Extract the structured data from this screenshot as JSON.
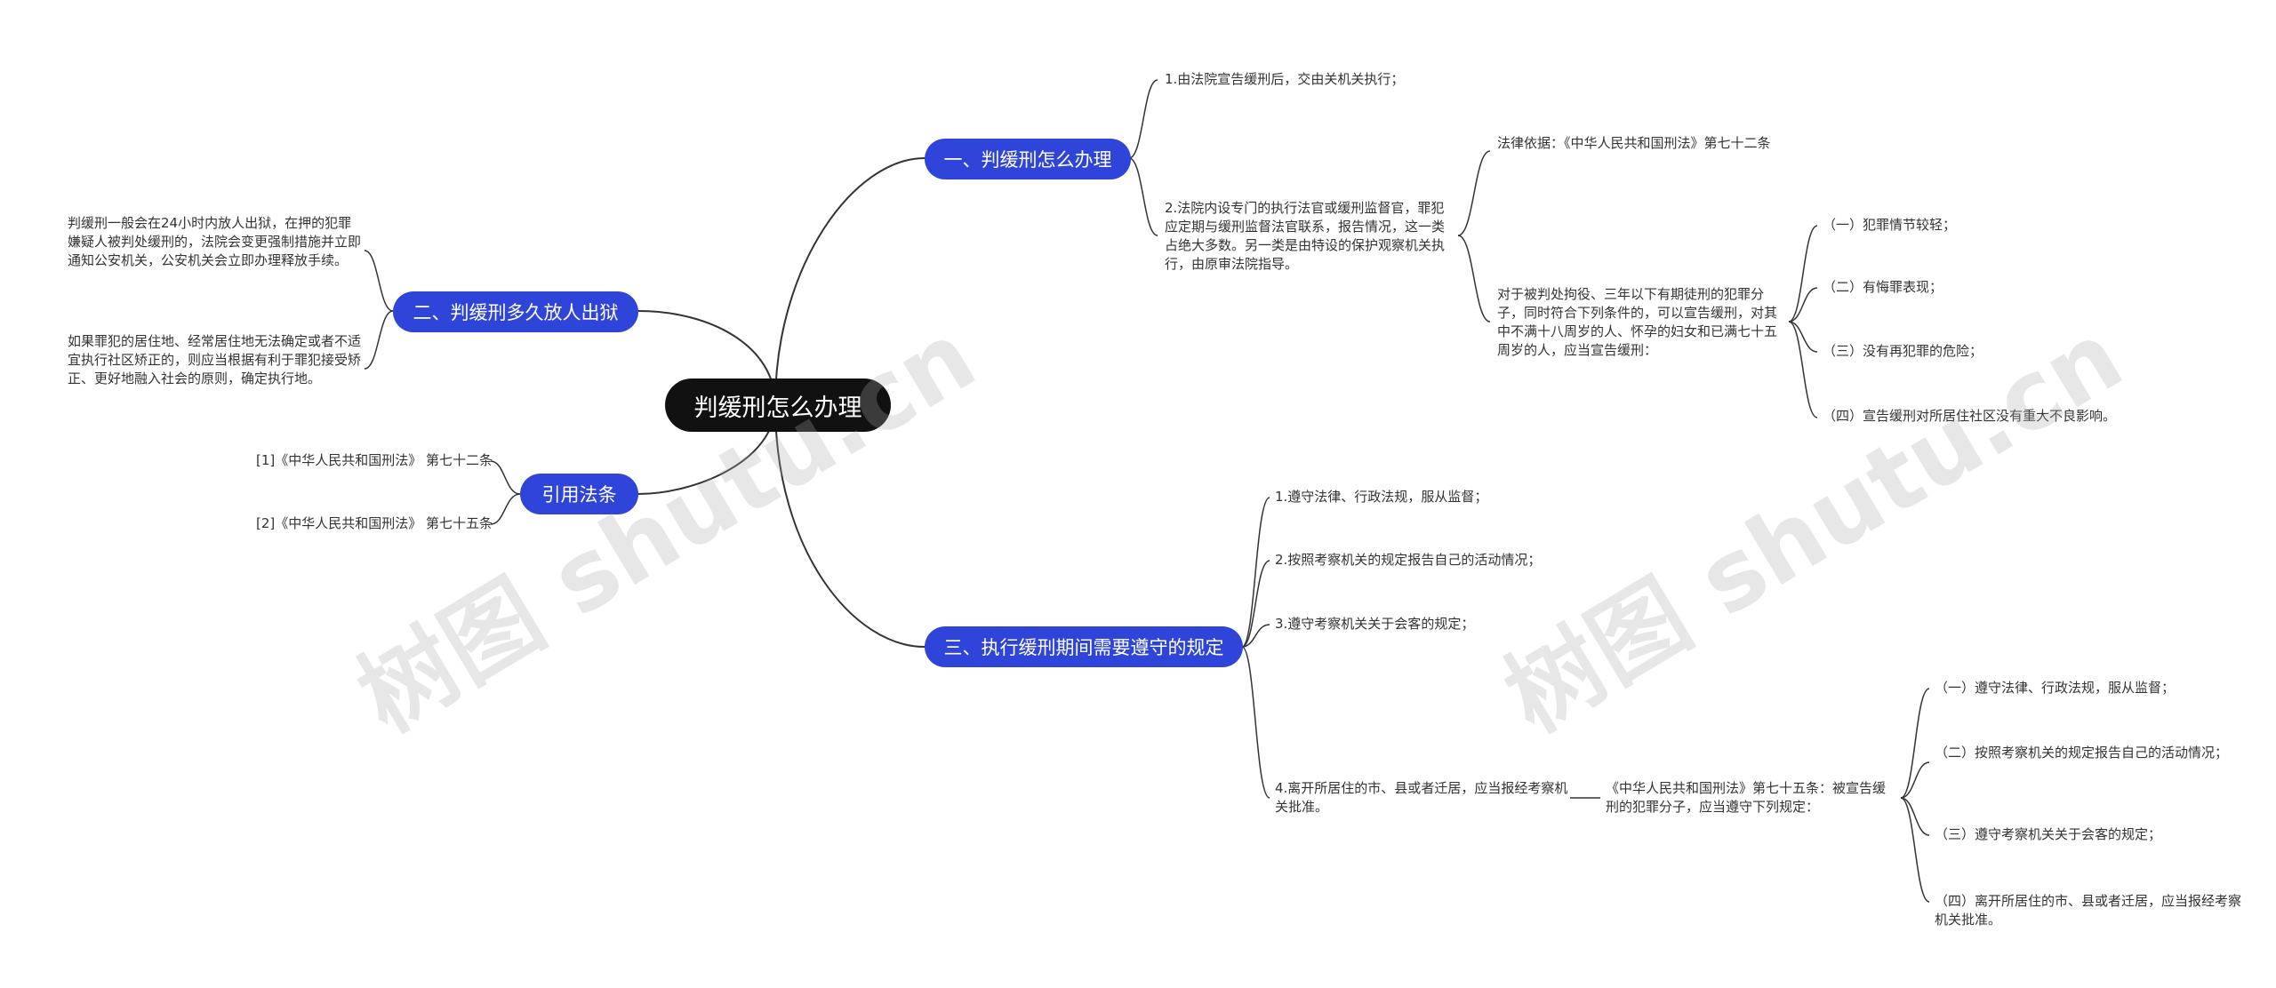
{
  "root": {
    "label": "判缓刑怎么办理"
  },
  "branches": {
    "b1": {
      "label": "一、判缓刑怎么办理"
    },
    "b2": {
      "label": "二、判缓刑多久放人出狱"
    },
    "b3": {
      "label": "引用法条"
    },
    "b4": {
      "label": "三、执行缓刑期间需要遵守的规定"
    }
  },
  "b1_items": {
    "i1": "1.由法院宣告缓刑后，交由关机关执行；",
    "i2": "2.法院内设专门的执行法官或缓刑监督官，罪犯应定期与缓刑监督法官联系，报告情况，这一类占绝大多数。另一类是由特设的保护观察机关执行，由原审法院指导。",
    "legal_basis": "法律依据：《中华人民共和国刑法》第七十二条",
    "conditions": "对于被判处拘役、三年以下有期徒刑的犯罪分子，同时符合下列条件的，可以宣告缓刑，对其中不满十八周岁的人、怀孕的妇女和已满七十五周岁的人，应当宣告缓刑：",
    "c1": "（一）犯罪情节较轻；",
    "c2": "（二）有悔罪表现；",
    "c3": "（三）没有再犯罪的危险；",
    "c4": "（四）宣告缓刑对所居住社区没有重大不良影响。"
  },
  "b2_items": {
    "i1": "判缓刑一般会在24小时内放人出狱，在押的犯罪嫌疑人被判处缓刑的，法院会变更强制措施并立即通知公安机关，公安机关会立即办理释放手续。",
    "i2": "如果罪犯的居住地、经常居住地无法确定或者不适宜执行社区矫正的，则应当根据有利于罪犯接受矫正、更好地融入社会的原则，确定执行地。"
  },
  "b3_items": {
    "i1": "[1]《中华人民共和国刑法》 第七十二条",
    "i2": "[2]《中华人民共和国刑法》 第七十五条"
  },
  "b4_items": {
    "i1": "1.遵守法律、行政法规，服从监督；",
    "i2": "2.按照考察机关的规定报告自己的活动情况；",
    "i3": "3.遵守考察机关关于会客的规定；",
    "i4": "4.离开所居住的市、县或者迁居，应当报经考察机关批准。",
    "article": "《中华人民共和国刑法》第七十五条：被宣告缓刑的犯罪分子，应当遵守下列规定：",
    "s1": "（一）遵守法律、行政法规，服从监督；",
    "s2": "（二）按照考察机关的规定报告自己的活动情况；",
    "s3": "（三）遵守考察机关关于会客的规定；",
    "s4": "（四）离开所居住的市、县或者迁居，应当报经考察机关批准。"
  },
  "watermark": {
    "text": "树图 shutu.cn"
  },
  "colors": {
    "root": "#111111",
    "branch": "#2f45d9",
    "line": "#333333",
    "text": "#333333"
  }
}
